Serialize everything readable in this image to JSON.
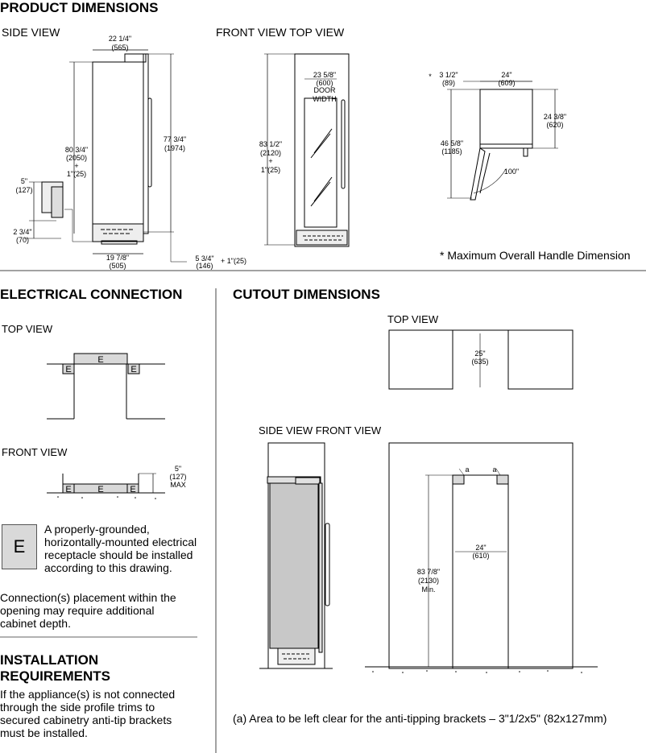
{
  "product": {
    "title": "PRODUCT DIMENSIONS",
    "side_view": "SIDE VIEW",
    "front_top_view": "FRONT VIEW TOP VIEW",
    "handle_note": "* Maximum Overall Handle Dimension",
    "side_dims": {
      "depth_in": "22 1/4\"",
      "depth_mm": "(565)",
      "total_h_in": "80 3/4\"",
      "total_h_mm": "(2050)",
      "plus": "+",
      "adj": "1\"(25)",
      "cab_h_in": "77 3/4\"",
      "cab_h_mm": "(1974)",
      "plug_h_in": "5\"",
      "plug_h_mm": "(127)",
      "plug_low_in": "2 3/4\"",
      "plug_low_mm": "(70)",
      "base_d_in": "19 7/8\"",
      "base_d_mm": "(505)",
      "toe_in": "5 3/4\"",
      "toe_mm": "(146)",
      "toe_adj": "+ 1\"(25)"
    },
    "front_dims": {
      "height_in": "83 1/2\"",
      "height_mm": "(2120)",
      "plus": "+",
      "adj": "1\"(25)",
      "width_in": "23 5/8\"",
      "width_mm": "(600)",
      "door": "DOOR",
      "width_word": "WIDTH"
    },
    "top_dims": {
      "star": "*",
      "handle_in": "3 1/2\"",
      "handle_mm": "(89)",
      "width_in": "24\"",
      "width_mm": "(609)",
      "depth_in": "24 3/8\"",
      "depth_mm": "(620)",
      "open_in": "46 5/8\"",
      "open_mm": "(1185)",
      "angle": "100\""
    }
  },
  "electrical": {
    "title": "ELECTRICAL CONNECTION",
    "top_view": "TOP VIEW",
    "front_view": "FRONT VIEW",
    "e": "E",
    "max_in": "5\"",
    "max_mm": "(127)",
    "max_word": "MAX",
    "legend_symbol": "E",
    "legend_text": [
      "A properly-grounded,",
      "horizontally-mounted electrical",
      "receptacle should be installed",
      "according to this drawing."
    ],
    "note": [
      "Connection(s) placement within the",
      "opening may require additional",
      "cabinet depth."
    ]
  },
  "installation": {
    "title": [
      "INSTALLATION",
      "REQUIREMENTS"
    ],
    "text": [
      "If the appliance(s) is not connected",
      "through the side profile trims to",
      "secured cabinetry anti-tip brackets",
      "must be installed."
    ]
  },
  "cutout": {
    "title": "CUTOUT DIMENSIONS",
    "top_view": "TOP VIEW",
    "side_front_view": "SIDE VIEW FRONT VIEW",
    "depth_in": "25\"",
    "depth_mm": "(635)",
    "a": "a",
    "height_in": "83 7/8\"",
    "height_mm": "(2130)",
    "min": "Min.",
    "width_in": "24\"",
    "width_mm": "(610)",
    "note": "(a) Area to be left clear for the anti-tipping brackets  – 3\"1/2x5\" (82x127mm)"
  }
}
